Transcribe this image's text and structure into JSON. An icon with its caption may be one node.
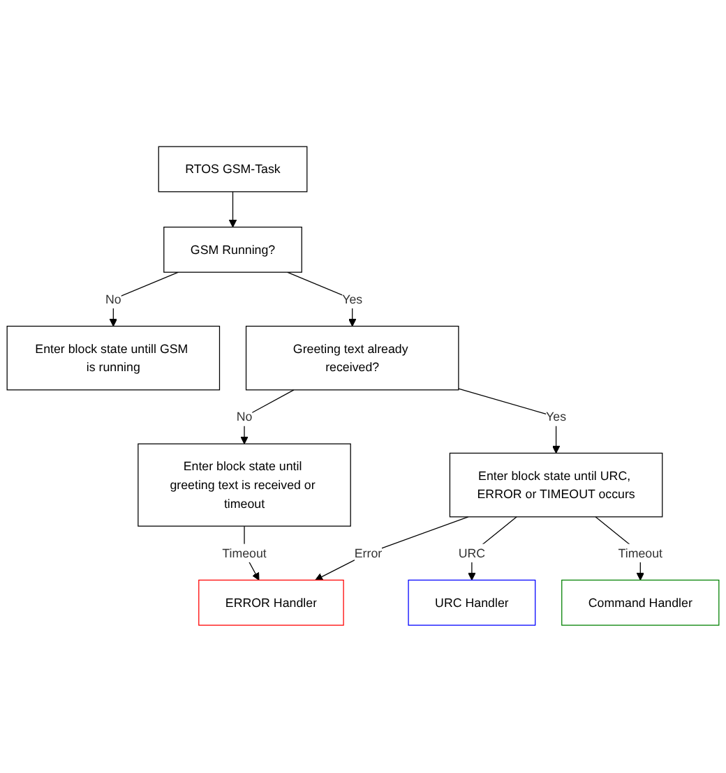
{
  "diagram": {
    "nodes": [
      {
        "text": [
          "RTOS GSM-Task"
        ]
      },
      {
        "text": [
          "GSM Running?"
        ]
      },
      {
        "text": [
          "Enter block state untill GSM is running"
        ]
      },
      {
        "text": [
          "Greeting text already received?"
        ]
      },
      {
        "text": [
          "Enter block state until greeting text is received or timeout"
        ]
      },
      {
        "text": [
          "Enter block state until URC, ERROR or TIMEOUT occurs"
        ]
      },
      {
        "text": [
          "ERROR Handler"
        ]
      },
      {
        "text": [
          "URC Handler"
        ]
      },
      {
        "text": [
          "Command Handler"
        ]
      }
    ],
    "edges": [
      {
        "from": 0,
        "to": 1,
        "arrow": "to"
      },
      {
        "from": 1,
        "to": 2,
        "arrow": "to",
        "label": "No"
      },
      {
        "from": 1,
        "to": 3,
        "arrow": "to",
        "label": "Yes"
      },
      {
        "from": 3,
        "to": 4,
        "arrow": "to",
        "label": "No"
      },
      {
        "from": 3,
        "to": 5,
        "arrow": "to",
        "label": "Yes"
      },
      {
        "from": 4,
        "to": 6,
        "arrow": "to",
        "label": "Timeout"
      },
      {
        "from": 5,
        "to": 6,
        "arrow": "to",
        "label": "Error"
      },
      {
        "from": 5,
        "to": 7,
        "arrow": "to",
        "label": "URC"
      },
      {
        "from": 5,
        "to": 8,
        "arrow": "to",
        "label": "Timeout"
      }
    ]
  }
}
